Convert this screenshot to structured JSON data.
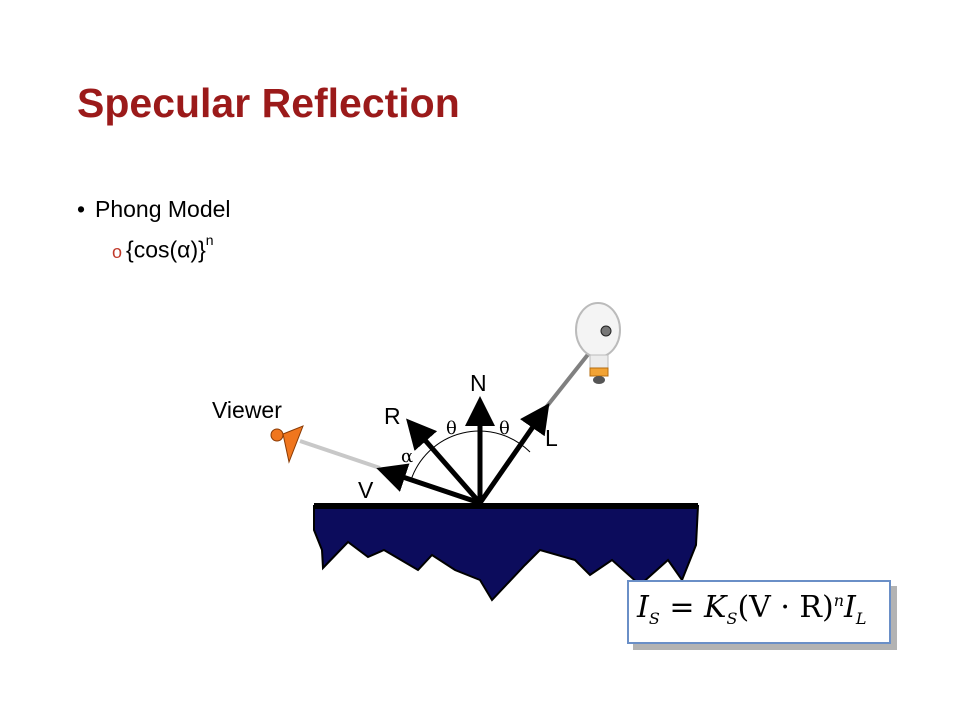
{
  "title": "Specular Reflection",
  "bullets": {
    "main": "Phong Model",
    "sub": "{cos(α)}",
    "sub_exponent": "n"
  },
  "diagram": {
    "labels": {
      "normal": "N",
      "light": "L",
      "reflect": "R",
      "view": "V",
      "viewer": "Viewer",
      "theta": "θ",
      "alpha": "α"
    },
    "colors": {
      "surface": "#0c0c5c",
      "viewer": "#f0761e",
      "formula_border": "#6a8fc7"
    },
    "icons": [
      "light-bulb-icon",
      "viewer-eye-icon"
    ]
  },
  "formula": {
    "I": "I",
    "sub_S": "S",
    "eq": " = ",
    "K": "K",
    "sub_S2": "S",
    "paren": "(V · R)",
    "exp_n": "n",
    "I2": "I",
    "sub_L": "L"
  }
}
